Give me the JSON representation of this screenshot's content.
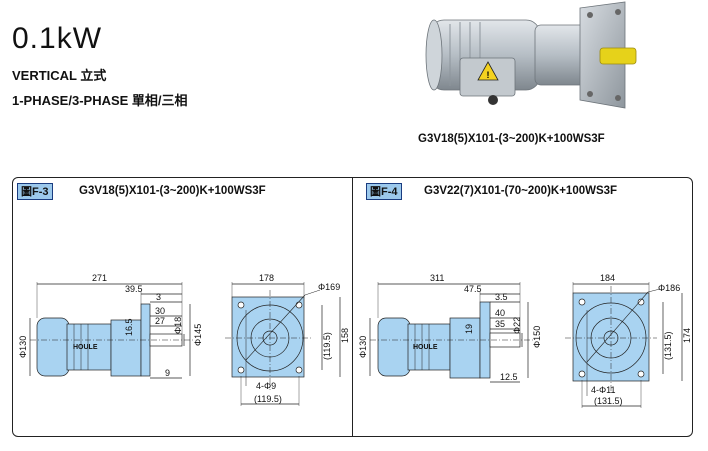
{
  "header": {
    "power": "0.1kW",
    "mount": "VERTICAL  立式",
    "phase": "1-PHASE/3-PHASE  單相/三相"
  },
  "photo": {
    "caption": "G3V18(5)X101-(3~200)K+100WS3F"
  },
  "figures": [
    {
      "label": "圖F-3",
      "title": "G3V18(5)X101-(3~200)K+100WS3F",
      "side": {
        "total_length": "271",
        "d_39_5": "39.5",
        "d_3": "3",
        "d_30": "30",
        "d_27": "27",
        "d_9": "9",
        "d_16_5": "16.5",
        "phi_18": "Φ18",
        "phi_145": "Φ145",
        "phi_130": "Φ130",
        "brand": "HOULE"
      },
      "front": {
        "width": "178",
        "phi_169": "Φ169",
        "d_119_5_v": "(119.5)",
        "height": "158",
        "holes": "4-Φ9",
        "d_119_5_h": "(119.5)"
      }
    },
    {
      "label": "圖F-4",
      "title": "G3V22(7)X101-(70~200)K+100WS3F",
      "side": {
        "total_length": "311",
        "d_47_5": "47.5",
        "d_3_5": "3.5",
        "d_40": "40",
        "d_35": "35",
        "d_12_5": "12.5",
        "d_19": "19",
        "phi_22": "Φ22",
        "phi_150": "Φ150",
        "phi_130": "Φ130",
        "brand": "HOULE"
      },
      "front": {
        "width": "184",
        "phi_186": "Φ186",
        "d_131_5_v": "(131.5)",
        "height": "174",
        "holes": "4-Φ11",
        "d_131_5_h": "(131.5)"
      }
    }
  ],
  "colors": {
    "drawing_fill": "#a9d3f1",
    "label_fill": "#9cc9ec",
    "motor_body": "#bfc6cc"
  }
}
